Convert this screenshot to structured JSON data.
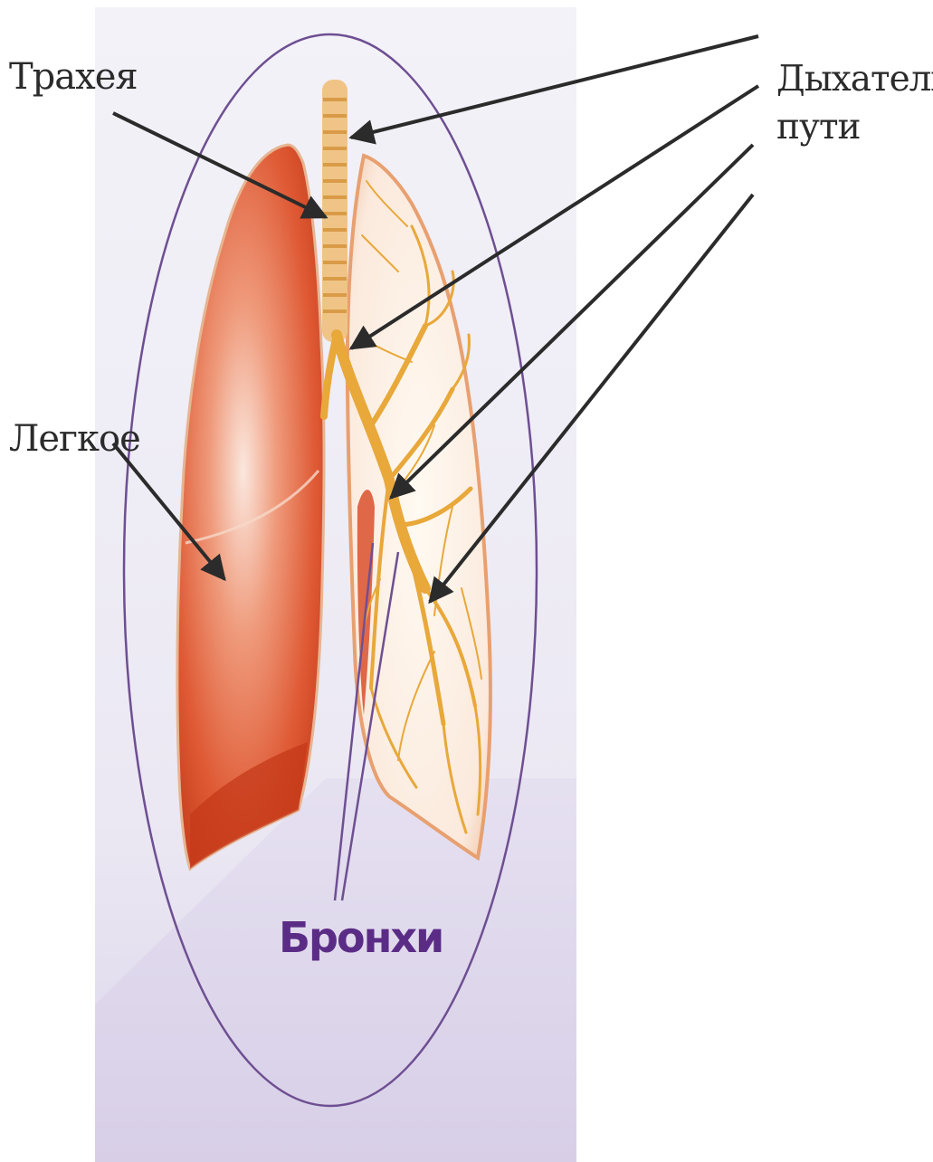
{
  "labels": {
    "trachea": "Трахея",
    "lung": "Легкое",
    "airways_line1": "Дыхательные",
    "airways_line2": "пути",
    "bronchi": "Бронхи"
  },
  "colors": {
    "background_panel": "#ece9f4",
    "circle_outline": "#6e4f92",
    "lung_left": "#d9502d",
    "lung_right_outline": "#e8a070",
    "airway_tree": "#e8a83a",
    "arrow": "#2b2b2b",
    "bronchi_text": "#5b2c86"
  }
}
